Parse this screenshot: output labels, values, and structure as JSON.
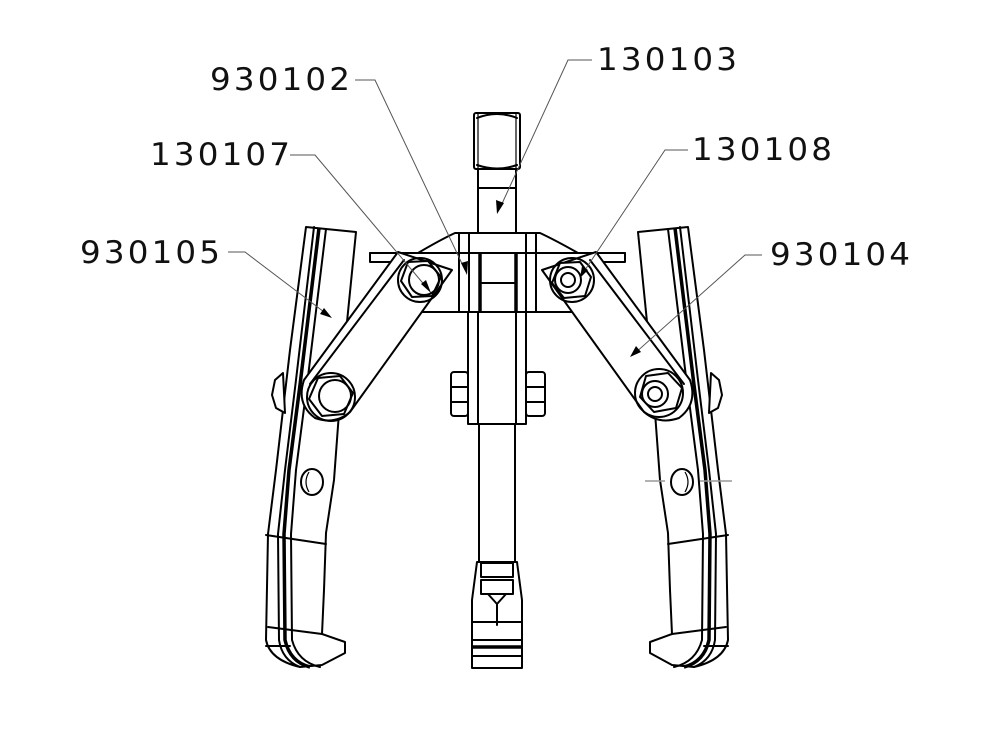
{
  "diagram": {
    "type": "exploded-part-callout drawing",
    "subject": "two-jaw gear puller (front view)",
    "colors": {
      "line": "#000000",
      "leader": "#555555",
      "background": "#ffffff",
      "centerline": "#999999"
    },
    "callouts": [
      {
        "id": "130103",
        "label": "130103",
        "target": "forcing screw (spindle)"
      },
      {
        "id": "930102",
        "label": "930102",
        "target": "center yoke / body"
      },
      {
        "id": "130107",
        "label": "130107",
        "target": "left upper link bolt"
      },
      {
        "id": "130108",
        "label": "130108",
        "target": "right upper link nut"
      },
      {
        "id": "930105",
        "label": "930105",
        "target": "left jaw"
      },
      {
        "id": "930104",
        "label": "930104",
        "target": "right link arm"
      }
    ]
  }
}
